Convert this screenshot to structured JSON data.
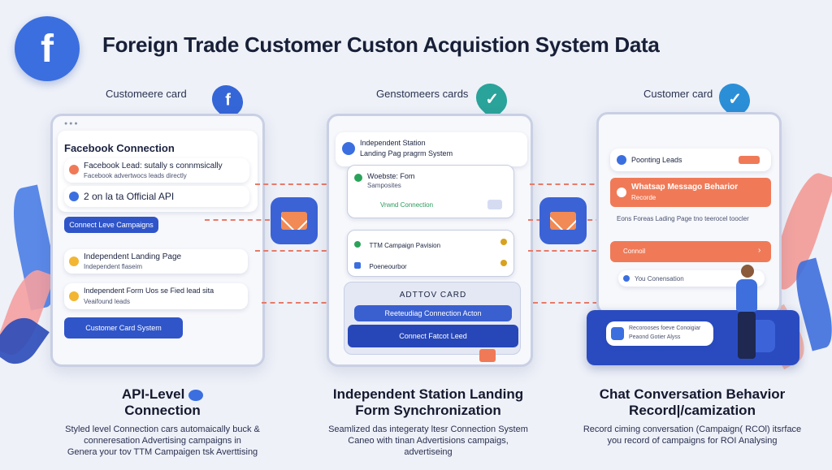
{
  "header": {
    "title": "Foreign Trade Customer Custon Acquistion System Data",
    "logo_letter": "f"
  },
  "columns": [
    {
      "card_label": "Customeere card",
      "badge_letter": "f",
      "panel_title": "Facebook Connection",
      "item1_line1": "Facebook Lead: sutally s connmsically",
      "item1_line2": "Facebook advertwocs leads directly",
      "item2_text": "2 on la ta Official API",
      "button1": "Connect Leve Campaigns",
      "item3_line1": "Independent Landing Page",
      "item3_line2": "Independent flaseim",
      "item4_line1": "Independent Form Uos se Fied lead sita",
      "item4_line2": "Veaifound leads",
      "button2": "Customer Card System",
      "caption_title_1": "API-Level",
      "caption_title_2": "Connection",
      "caption_line1": "Styled level Connection cars automaically buck &",
      "caption_line2": "conneresation Advertising campaigns in",
      "caption_line3": "Genera your tov TTM Campaigen tsk Averttising"
    },
    {
      "card_label": "Genstomeers cards",
      "panel_line1": "Independent Station",
      "panel_line2": "Landing Pag pragrm System",
      "form_title": "Woebste: Fom",
      "form_sub": "Samposites",
      "form_link": "Vrwnd Connection",
      "row1": "TTM Campaign Pavision",
      "row2": "Poeneourbor",
      "card_title": "ADTTOV CARD",
      "btn1": "Reeteudiag Connection Acton",
      "btn2": "Connect Fatcot Leed",
      "caption_title_1": "Independent Station Landing",
      "caption_title_2": "Form Synchronization",
      "caption_line1": "Seamlized das integeraty ltesr Connection System",
      "caption_line2": "Caneo with tinan Advertisions campaigs,",
      "caption_line3": "advertiseing"
    },
    {
      "card_label": "Customer card",
      "leads_title": "Poonting Leads",
      "whatsapp_line1": "Whatsap Messago Beharior",
      "whatsapp_line2": "Recorde",
      "info_text": "Eons Foreas Lading Page tno teerocel toocler",
      "connect_label": "Connoil",
      "chat_text": "You Conensation",
      "record_line1": "Recorooses foeve Conoigiar",
      "record_line2": "Peaond Gotier Alyss",
      "caption_title_1": "Chat Conversation Behavior",
      "caption_title_2": "Record|/camization",
      "caption_line1": "Record ciming conversation (Campaign( RCOl) itsrface",
      "caption_line2": "you record of campaigns for ROI Analysing"
    }
  ],
  "colors": {
    "brand_blue": "#3b6fe0",
    "accent_orange": "#f07a57",
    "teal": "#2aa39a"
  }
}
